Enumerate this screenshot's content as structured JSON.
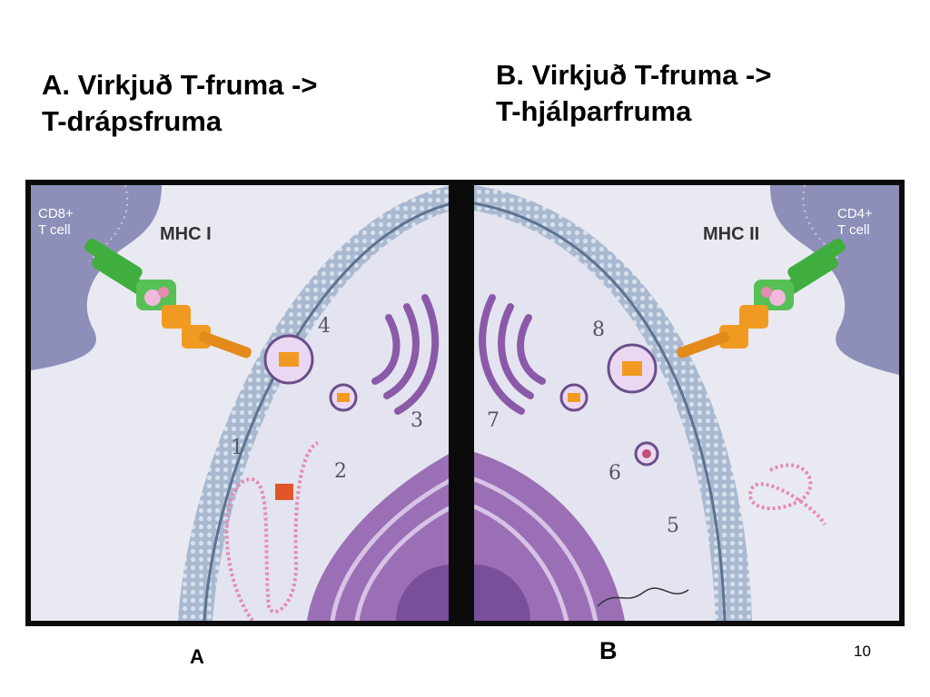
{
  "titles": {
    "a": {
      "line1": "A.  Virkjuð T-fruma ->",
      "line2": "T-drápsfruma"
    },
    "b": {
      "line1": "B.  Virkjuð T-fruma ->",
      "line2": "T-hjálparfruma"
    }
  },
  "panel_a": {
    "cell_label_line1": "CD8+",
    "cell_label_line2": "T cell",
    "mhc_label": "MHC I",
    "step_numbers": [
      "1",
      "2",
      "3",
      "4"
    ]
  },
  "panel_b": {
    "cell_label_line1": "CD4+",
    "cell_label_line2": "T cell",
    "mhc_label": "MHC II",
    "step_numbers": [
      "5",
      "6",
      "7",
      "8"
    ]
  },
  "sublabels": {
    "a": "A",
    "b": "B"
  },
  "page_number": "10",
  "colors": {
    "frame": "#0b0b0b",
    "cytoplasm": "#e6e6f2",
    "membrane": "#9fb1c9",
    "tcell": "#8e8fb8",
    "organelle": "#b07cc2",
    "receptor": "#3fae3f",
    "mhc": "#f09a22",
    "peptide_chain": "#e58ab0"
  }
}
